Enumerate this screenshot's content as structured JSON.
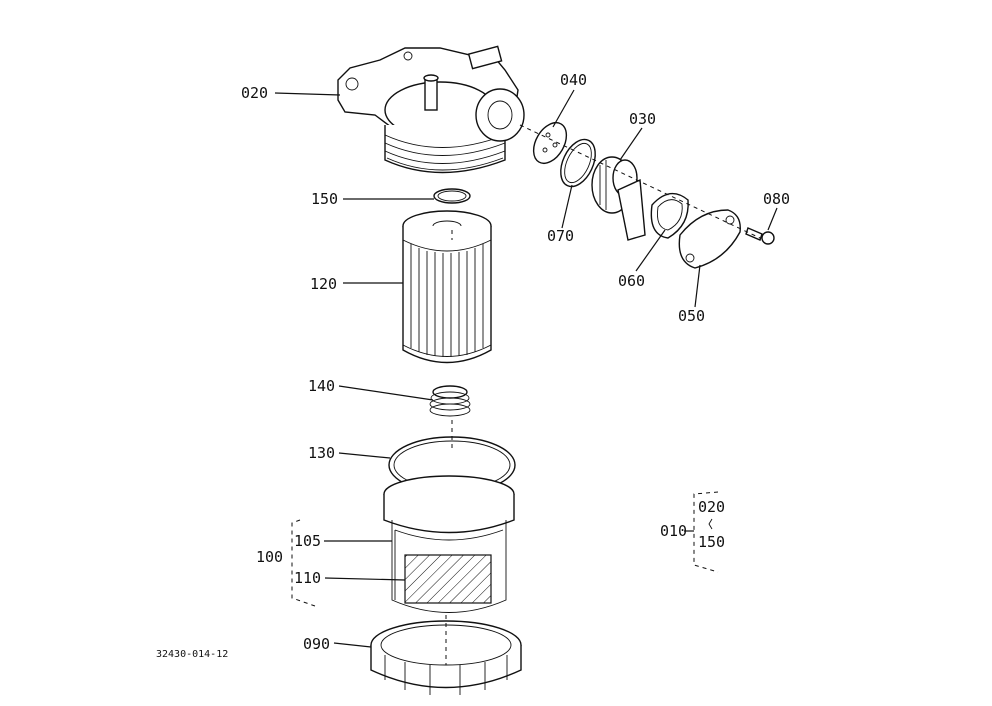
{
  "labels": {
    "p020": "020",
    "p040": "040",
    "p030": "030",
    "p080": "080",
    "p150": "150",
    "p070": "070",
    "p120": "120",
    "p060": "060",
    "p050": "050",
    "p140": "140",
    "p130": "130",
    "p105": "105",
    "p100": "100",
    "p110": "110",
    "p010": "010",
    "g020": "020",
    "g150": "150",
    "p090": "090"
  },
  "drawing_code": "32430-014-12"
}
